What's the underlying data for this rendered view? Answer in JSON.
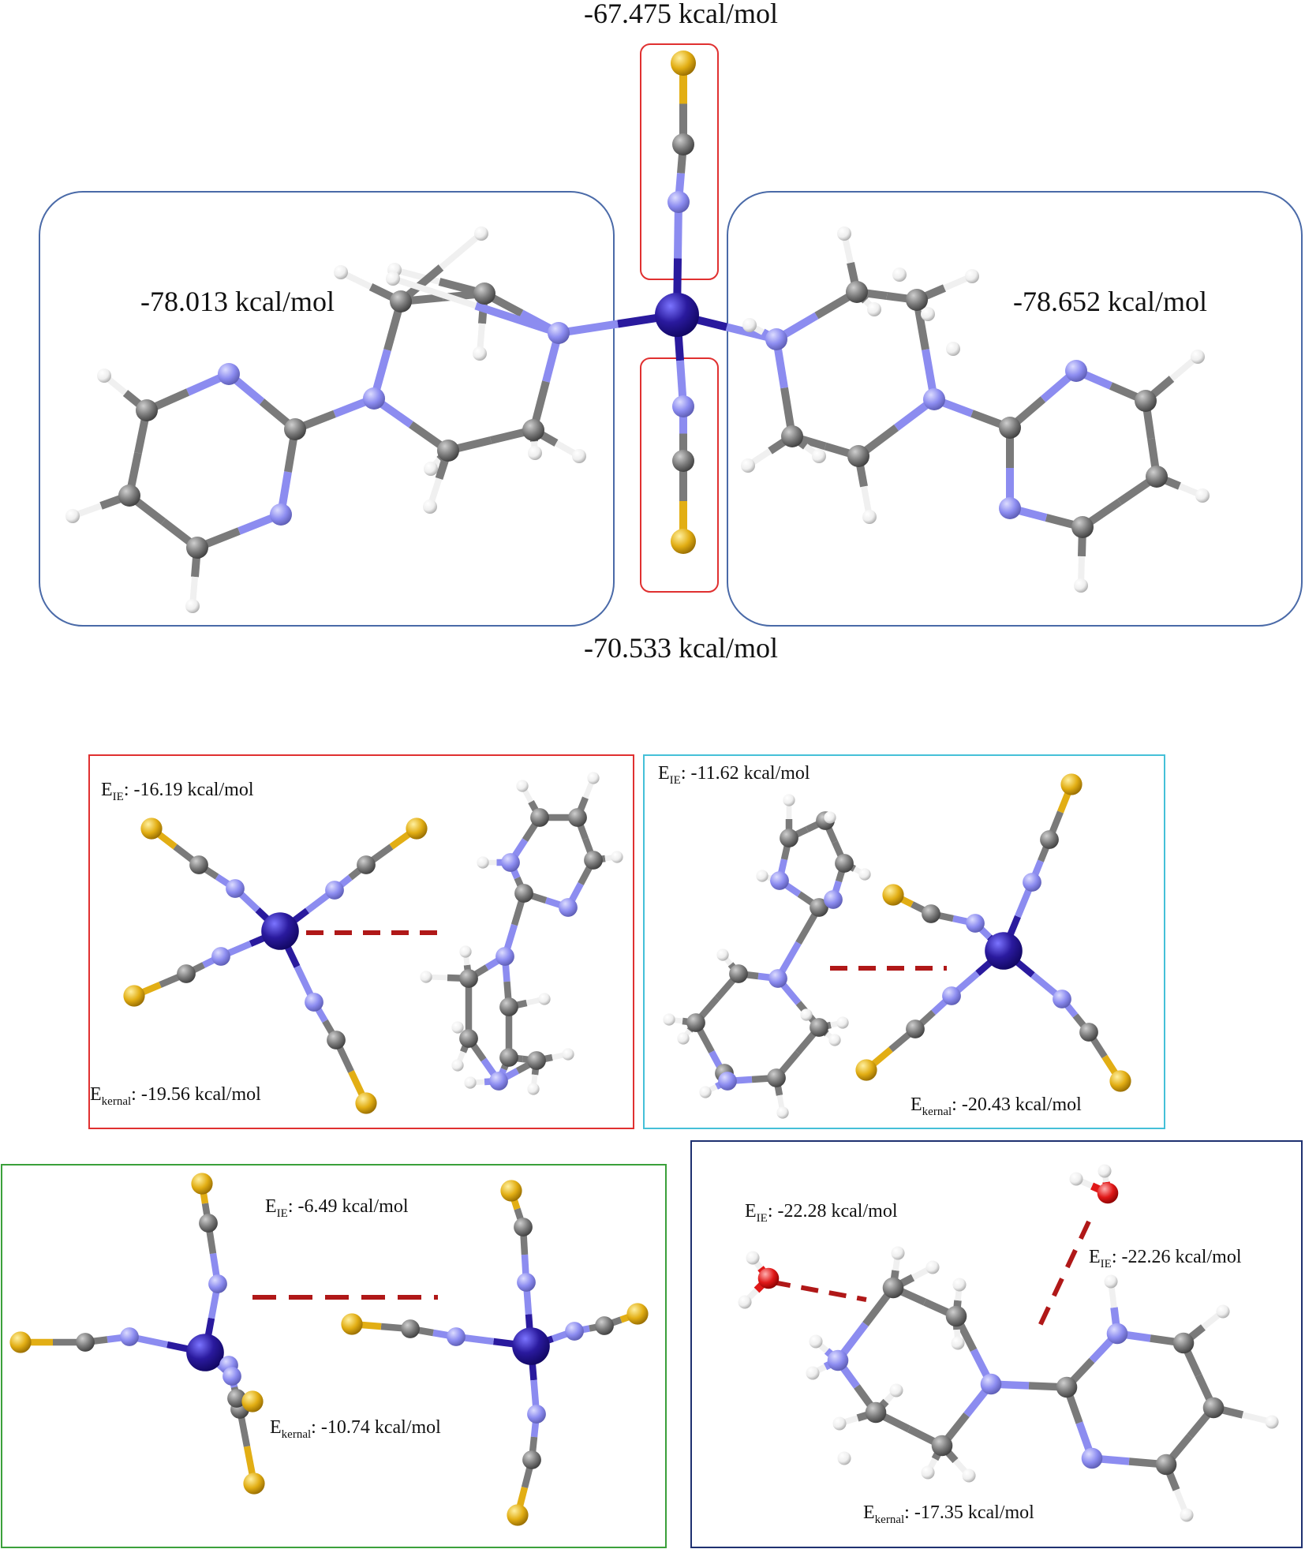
{
  "overview": {
    "top_ncs_energy": "-67.475 kcal/mol",
    "bottom_ncs_energy": "-70.533 kcal/mol",
    "left_ligand_energy": "-78.013 kcal/mol",
    "right_ligand_energy": "-78.652 kcal/mol"
  },
  "panels": {
    "red": {
      "e_ie_prefix": "E",
      "e_ie_sub": "IE",
      "e_ie_value": ": -16.19 kcal/mol",
      "e_k_prefix": "E",
      "e_k_sub": "kernal",
      "e_k_value": ": -19.56 kcal/mol"
    },
    "cyan": {
      "e_ie_prefix": "E",
      "e_ie_sub": "IE",
      "e_ie_value": ": -11.62 kcal/mol",
      "e_k_prefix": "E",
      "e_k_sub": "kernal",
      "e_k_value": ": -20.43 kcal/mol"
    },
    "green": {
      "e_ie_prefix": "E",
      "e_ie_sub": "IE",
      "e_ie_value": ": -6.49 kcal/mol",
      "e_k_prefix": "E",
      "e_k_sub": "kernal",
      "e_k_value": ": -10.74 kcal/mol"
    },
    "navy": {
      "e_ie1_prefix": "E",
      "e_ie1_sub": "IE",
      "e_ie1_value": ": -22.28 kcal/mol",
      "e_ie2_prefix": "E",
      "e_ie2_sub": "IE",
      "e_ie2_value": ": -22.26 kcal/mol",
      "e_k_prefix": "E",
      "e_k_sub": "kernal",
      "e_k_value": ": -17.35 kcal/mol"
    }
  },
  "colors": {
    "metal": "#2a1a9e",
    "nitrogen": "#8c8cf0",
    "carbon": "#7a7a7a",
    "hydrogen": "#f0f0f0",
    "sulfur": "#e2ae14",
    "oxygen": "#e01818",
    "dash": "#b01818",
    "frame_red": "#e03030",
    "frame_blue": "#4a6aa8",
    "frame_cyan": "#45c0d8",
    "frame_green": "#3aa03a",
    "frame_navy": "#1e3070"
  }
}
